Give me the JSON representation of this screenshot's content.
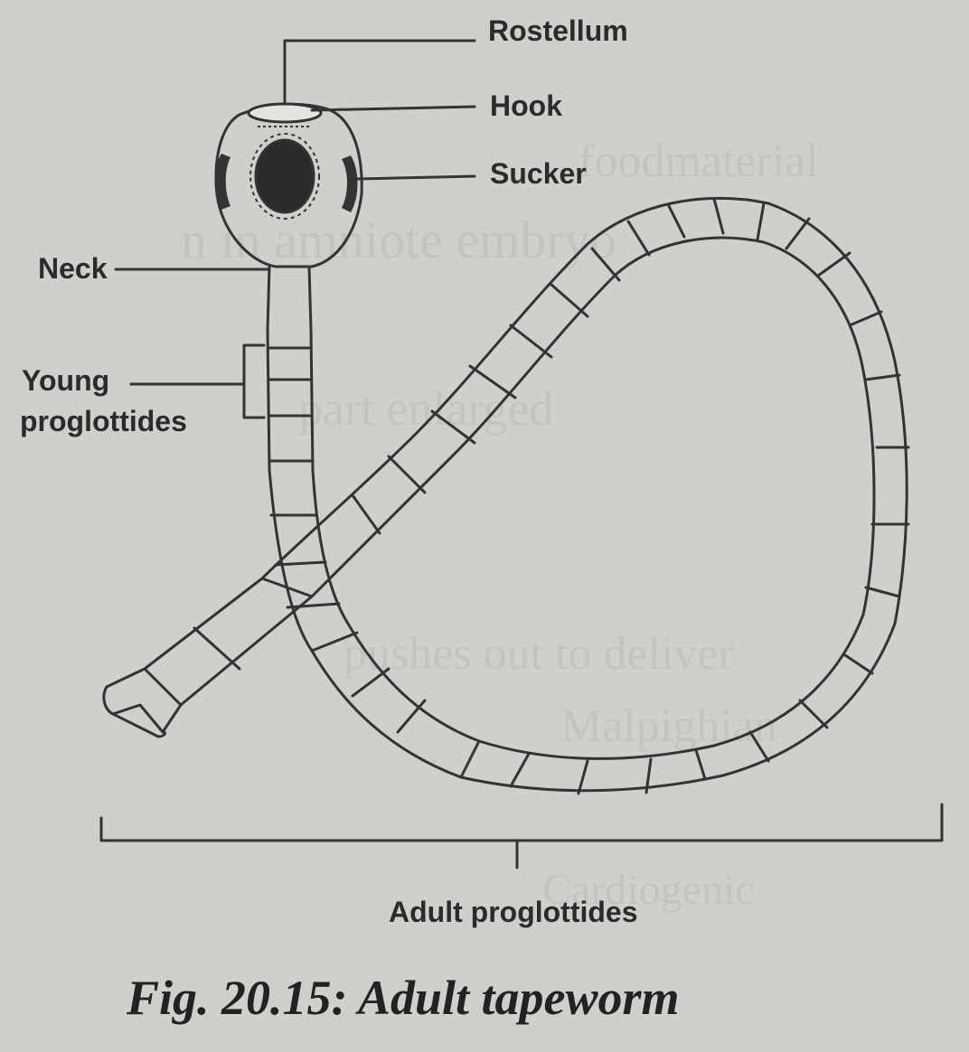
{
  "labels": {
    "rostellum": "Rostellum",
    "hook": "Hook",
    "sucker": "Sucker",
    "neck": "Neck",
    "young_line1": "Young",
    "young_line2": "proglottides",
    "adult": "Adult proglottides"
  },
  "caption": "Fig. 20.15: Adult tapeworm",
  "colors": {
    "background": "#cfcfcc",
    "ink": "#333333"
  }
}
